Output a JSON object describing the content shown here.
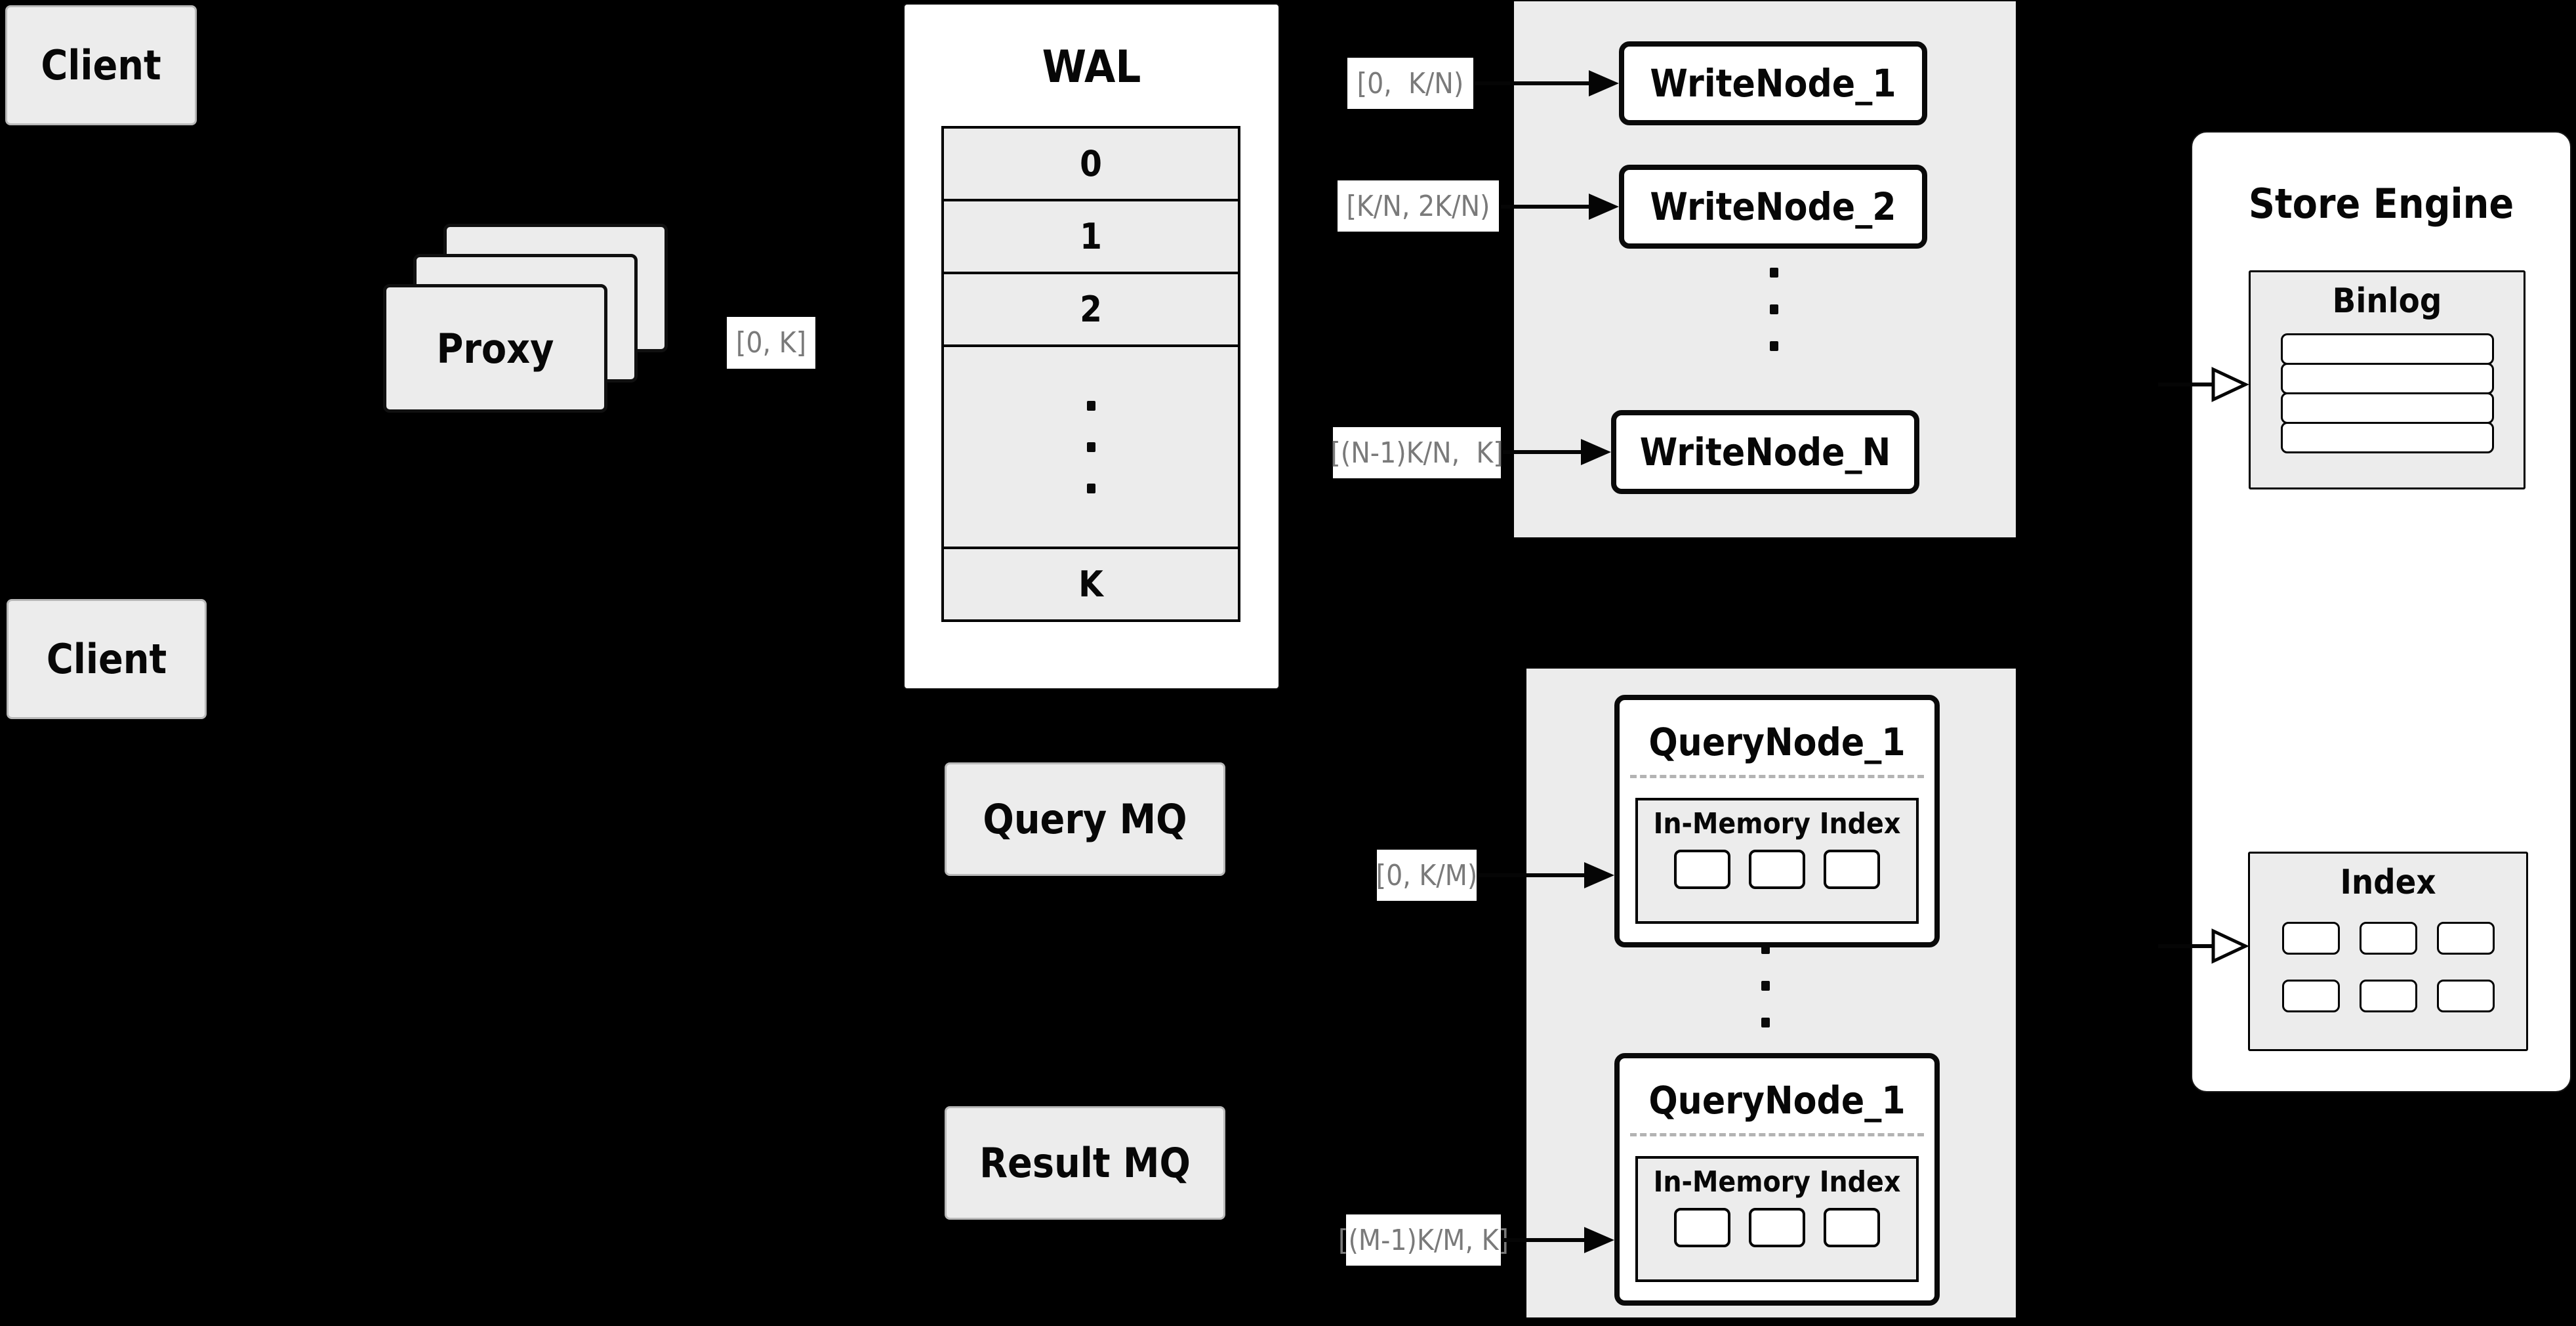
{
  "colors": {
    "background": "#000000",
    "panel_gray": "#ececec",
    "box_white": "#ffffff",
    "border_black": "#0a0a0a",
    "label_text_gray": "#7a7a7a",
    "dashed_divider_gray": "#b3b3b3"
  },
  "clients": {
    "top": "Client",
    "bottom": "Client"
  },
  "proxy": {
    "label": "Proxy"
  },
  "range_labels": {
    "proxy": "[0, K]",
    "write1": "[0,  K/N)",
    "write2": "[K/N, 2K/N)",
    "write_n": "[(N-1)K/N,  K]",
    "query1": "[0, K/M)",
    "query_m": "[(M-1)K/M, K]"
  },
  "wal": {
    "title": "WAL",
    "rows": [
      "0",
      "1",
      "2"
    ],
    "row_k": "K"
  },
  "write_nodes": {
    "node1": "WriteNode_1",
    "node2": "WriteNode_2",
    "node_n": "WriteNode_N"
  },
  "mq": {
    "query": "Query MQ",
    "result": "Result MQ"
  },
  "query_nodes": {
    "top": "QueryNode_1",
    "bottom": "QueryNode_1",
    "in_memory": "In-Memory Index"
  },
  "store_engine": {
    "title": "Store Engine",
    "binlog": "Binlog",
    "index": "Index"
  }
}
